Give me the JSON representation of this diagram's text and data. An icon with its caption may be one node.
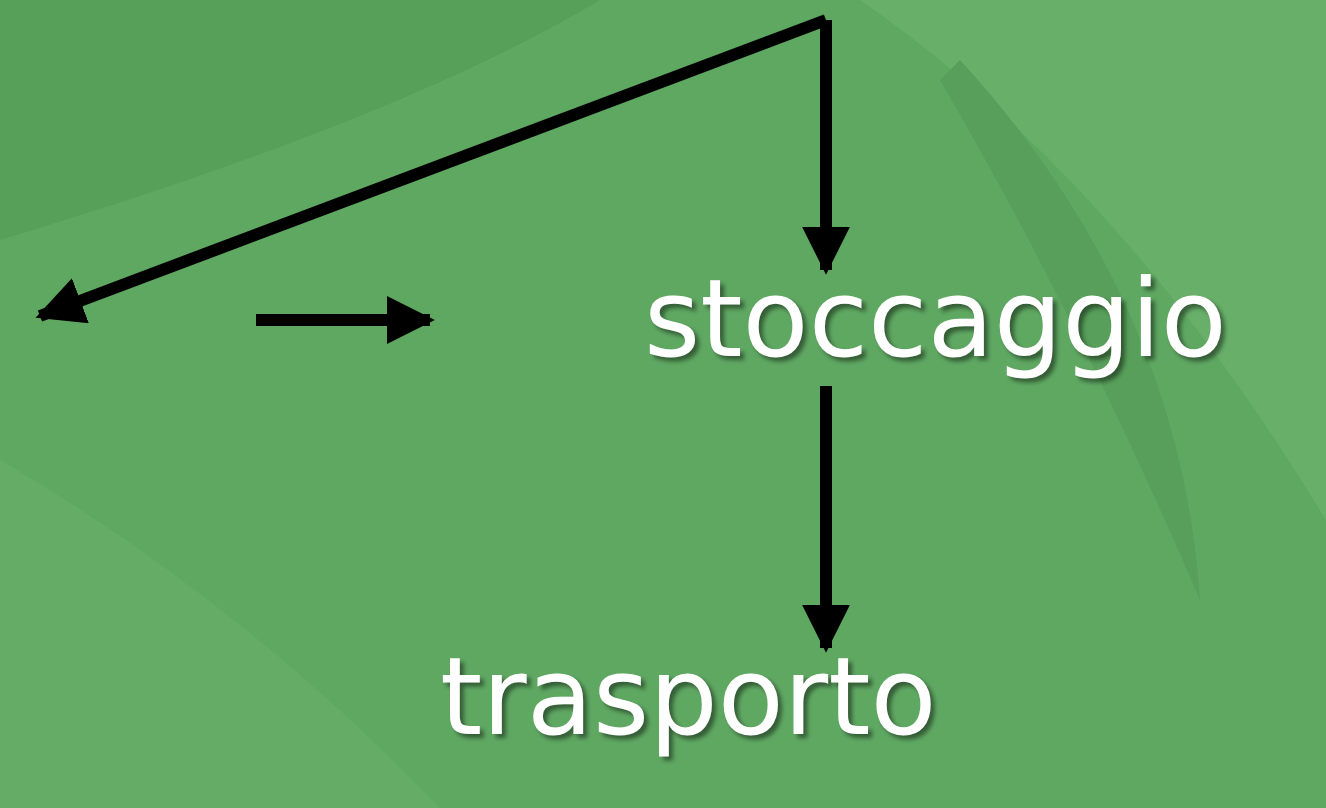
{
  "diagram": {
    "nodes": [
      {
        "text": [
          "stoccaggio"
        ]
      },
      {
        "text": [
          "trasporto"
        ]
      }
    ],
    "edges": [
      {
        "from": null,
        "to": 0,
        "arrow": "to"
      },
      {
        "from": 0,
        "to": 1,
        "arrow": "to"
      }
    ]
  }
}
